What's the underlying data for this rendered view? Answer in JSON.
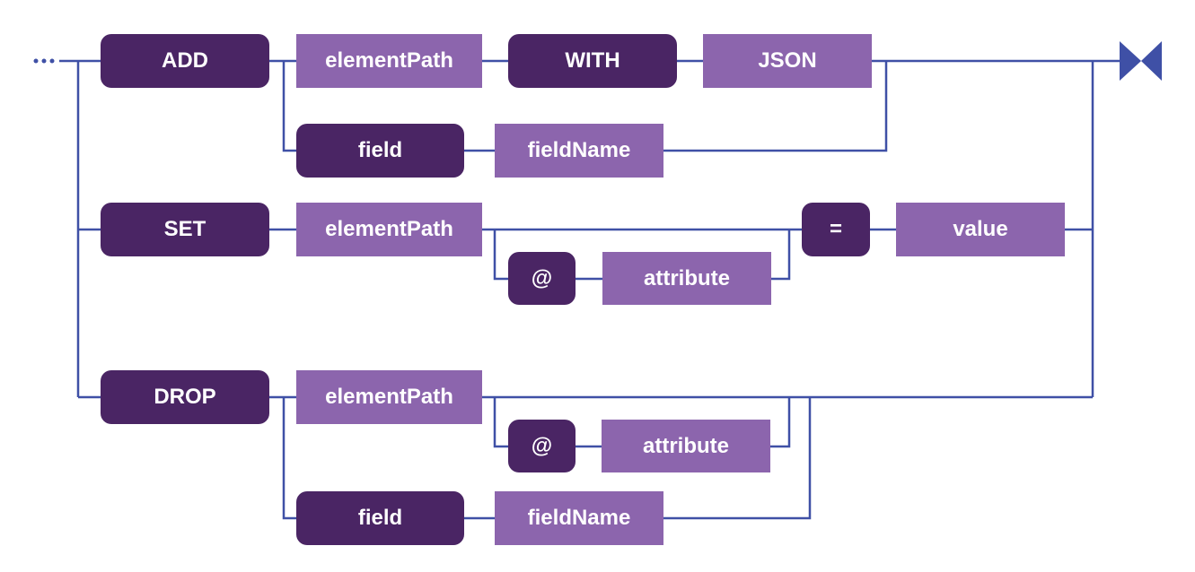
{
  "diagram": {
    "start_marker": "...",
    "colors": {
      "keyword_box": "#4a2564",
      "identifier_box": "#8c65ad",
      "line": "#3f50a6",
      "end_marker": "#3f50a6"
    },
    "add_row": {
      "keyword": "ADD",
      "path": "elementPath",
      "with": "WITH",
      "json": "JSON",
      "field": "field",
      "field_name": "fieldName"
    },
    "set_row": {
      "keyword": "SET",
      "path": "elementPath",
      "at": "@",
      "attribute": "attribute",
      "equals": "=",
      "value": "value"
    },
    "drop_row": {
      "keyword": "DROP",
      "path": "elementPath",
      "at": "@",
      "attribute": "attribute",
      "field": "field",
      "field_name": "fieldName"
    }
  }
}
